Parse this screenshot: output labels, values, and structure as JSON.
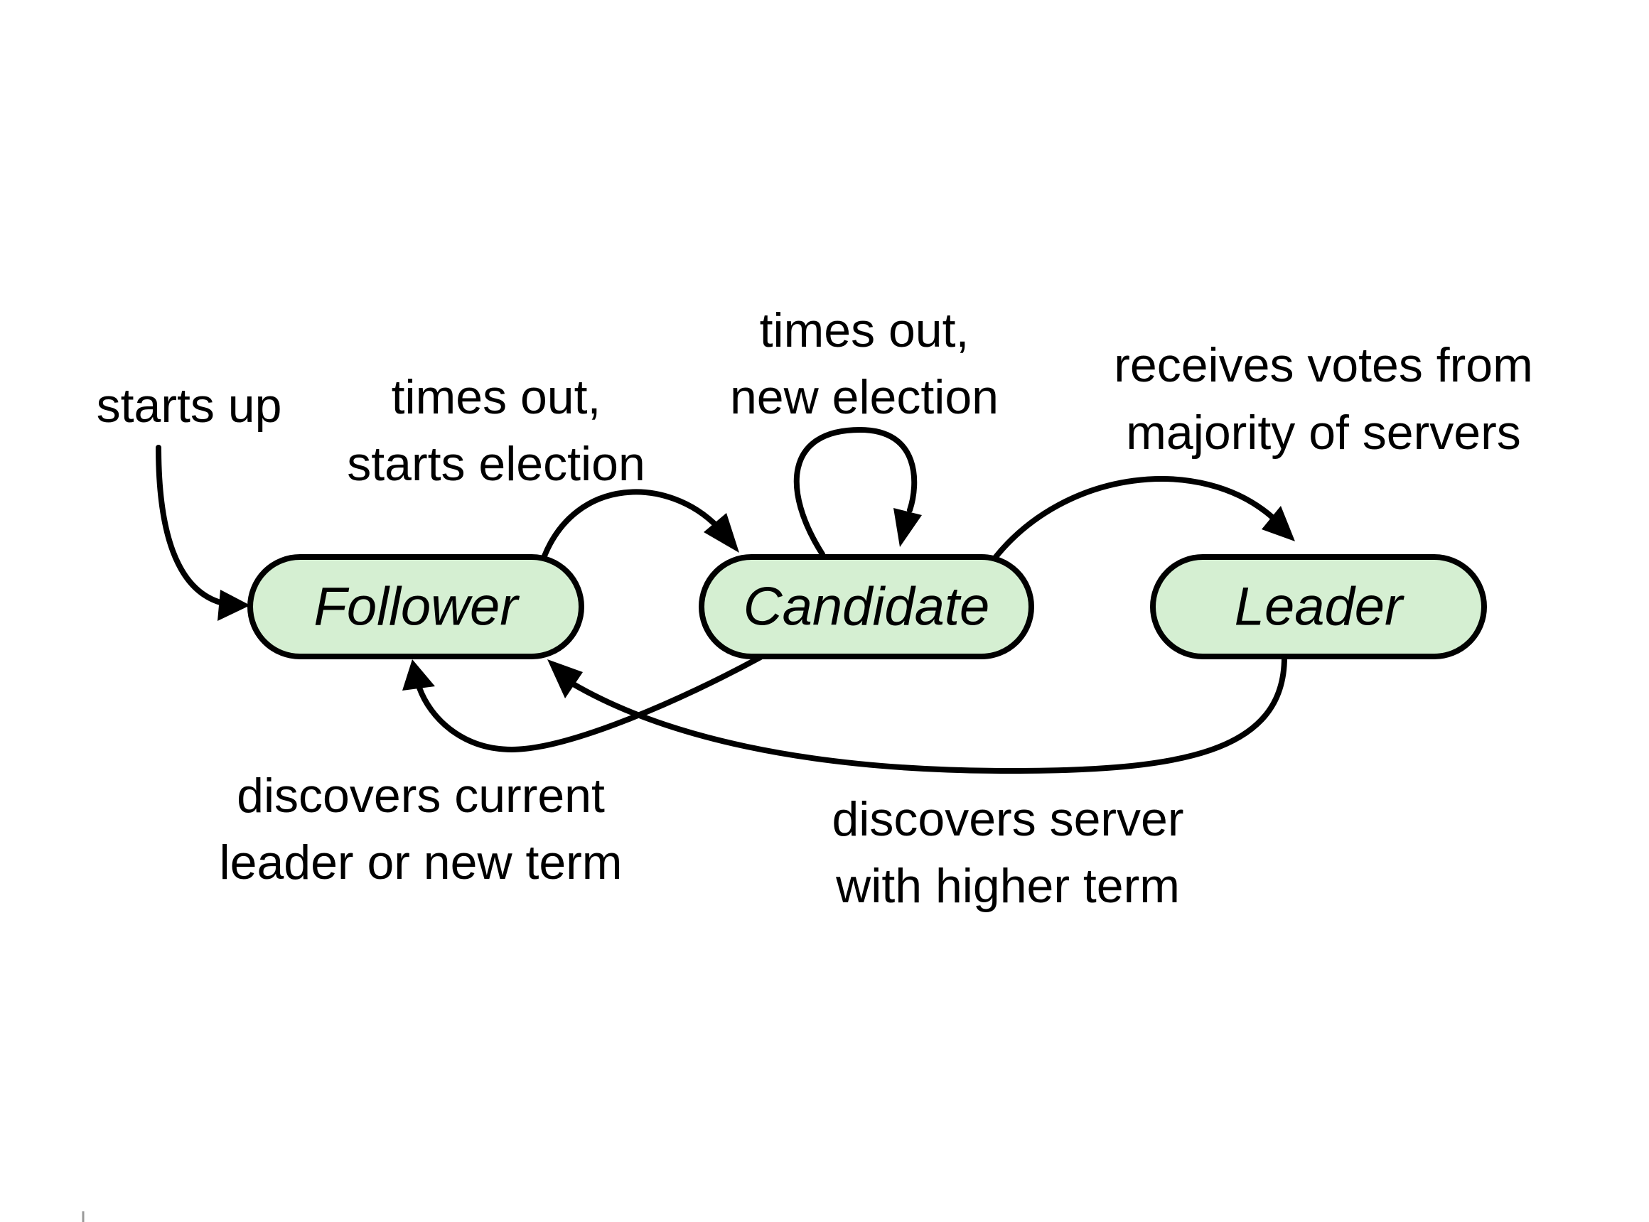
{
  "diagram": {
    "nodes": [
      {
        "id": "follower",
        "label": "Follower"
      },
      {
        "id": "candidate",
        "label": "Candidate"
      },
      {
        "id": "leader",
        "label": "Leader"
      }
    ],
    "edges": [
      {
        "id": "start",
        "from": "",
        "to": "follower",
        "label_lines": [
          "starts up"
        ]
      },
      {
        "id": "follower-candidate",
        "from": "follower",
        "to": "candidate",
        "label_lines": [
          "times out,",
          "starts election"
        ]
      },
      {
        "id": "candidate-candidate",
        "from": "candidate",
        "to": "candidate",
        "label_lines": [
          "times out,",
          "new election"
        ]
      },
      {
        "id": "candidate-leader",
        "from": "candidate",
        "to": "leader",
        "label_lines": [
          "receives votes from",
          "majority of servers"
        ]
      },
      {
        "id": "candidate-follower",
        "from": "candidate",
        "to": "follower",
        "label_lines": [
          "discovers current",
          "leader or new term"
        ]
      },
      {
        "id": "leader-follower",
        "from": "leader",
        "to": "follower",
        "label_lines": [
          "discovers server",
          "with higher term"
        ]
      }
    ],
    "colors": {
      "node_fill": "#d5efd2",
      "stroke": "#000000",
      "background": "#ffffff"
    }
  }
}
